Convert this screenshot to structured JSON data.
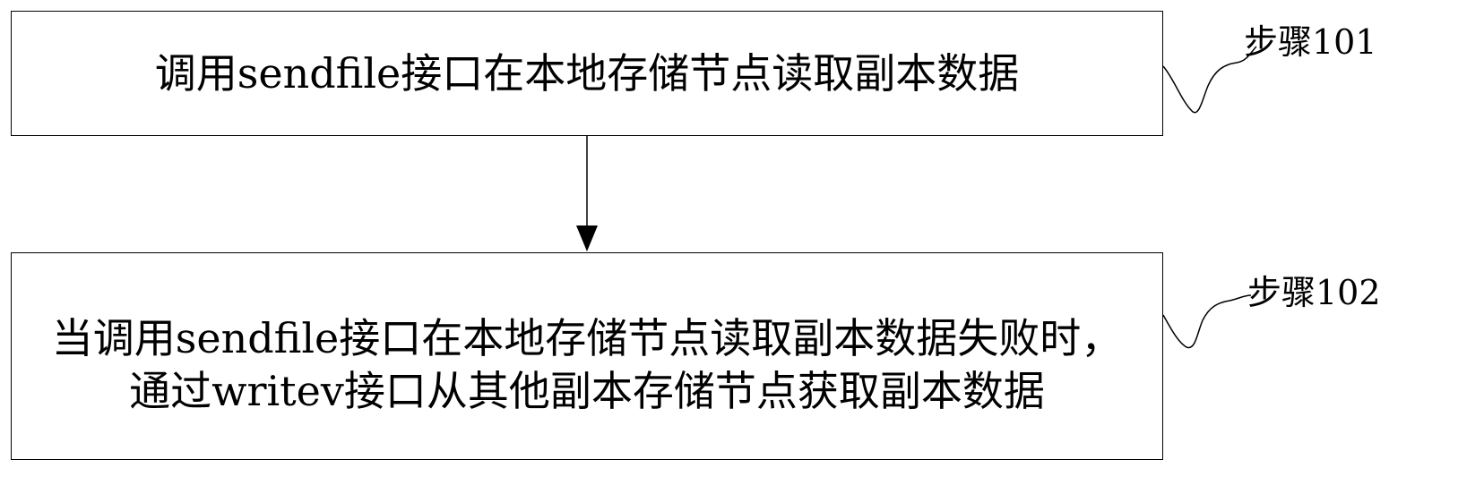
{
  "steps": [
    {
      "text": "调用sendfile接口在本地存储节点读取副本数据",
      "label": "步骤101"
    },
    {
      "text": "当调用sendfile接口在本地存储节点读取副本数据失败时，通过writev接口从其他副本存储节点获取副本数据",
      "label": "步骤102"
    }
  ]
}
